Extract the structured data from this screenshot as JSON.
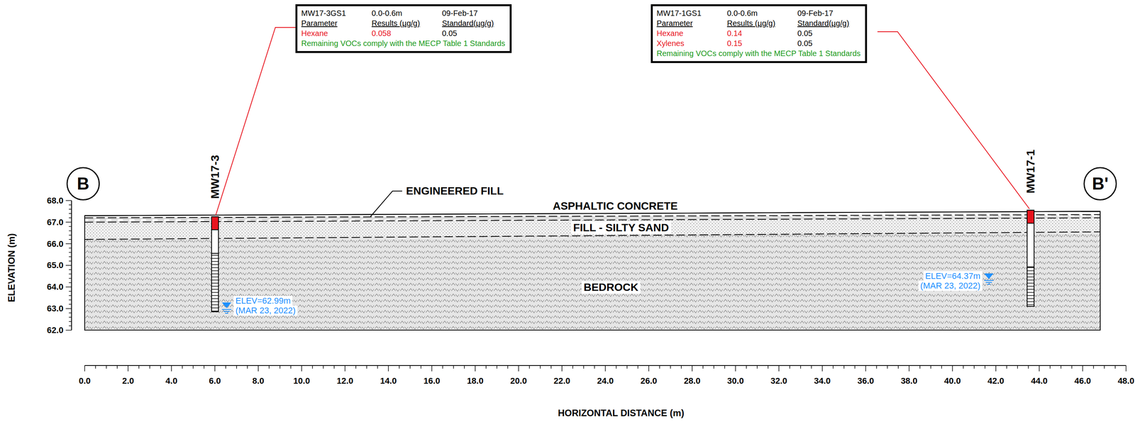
{
  "diagram": {
    "nodes": [
      {
        "text": [
          "B"
        ]
      },
      {
        "text": [
          "MW17-3GS1",
          "0.0-0.6m",
          "09-Feb-17",
          "Parameter",
          "Results (µg/g)",
          "Standard(µg/g)",
          "Hexane",
          "0.058",
          "0.05",
          "Remaining VOCs comply with the MECP Table 1 Standards"
        ]
      },
      {
        "text": [
          "MW17-1GS1",
          "0.0-0.6m",
          "09-Feb-17",
          "Parameter",
          "Results (µg/g)",
          "Standard(µg/g)",
          "Hexane",
          "0.14",
          "0.05",
          "Xylenes",
          "0.15",
          "0.05",
          "Remaining VOCs comply with the MECP Table 1 Standards"
        ]
      },
      {
        "text": [
          "B'"
        ]
      }
    ],
    "labels": [
      "MW17-3",
      "MW17-1",
      "ENGINEERED FILL",
      "ASPHALTIC CONCRETE",
      "FILL - SILTY SAND",
      "BEDROCK",
      "ELEV=62.99m",
      "(MAR 23, 2022)",
      "ELEV=64.37m",
      "(MAR 23, 2022)",
      "ELEVATION (m)",
      "HORIZONTAL DISTANCE (m)",
      "68.0",
      "67.0",
      "66.0",
      "65.0",
      "64.0",
      "63.0",
      "62.0",
      "0.0",
      "2.0",
      "4.0",
      "6.0",
      "8.0",
      "10.0",
      "12.0",
      "14.0",
      "16.0",
      "18.0",
      "20.0",
      "22.0",
      "24.0",
      "26.0",
      "28.0",
      "30.0",
      "32.0",
      "34.0",
      "36.0",
      "38.0",
      "40.0",
      "42.0",
      "44.0",
      "46.0",
      "48.0"
    ]
  }
}
